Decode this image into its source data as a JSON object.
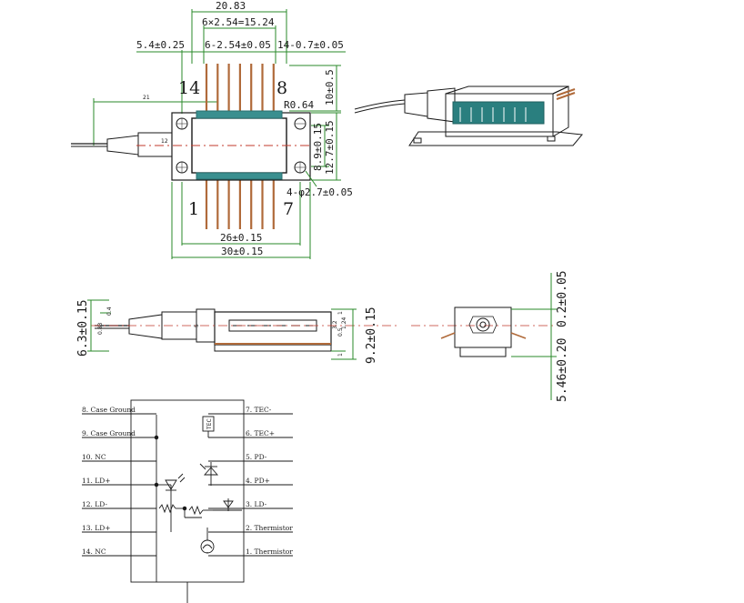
{
  "top_view": {
    "dims": {
      "overall_pin_span": "20.83",
      "pin_span_total": "6×2.54=15.24",
      "side_offset": "5.4±0.25",
      "pitch": "6-2.54±0.05",
      "pin_width": "14-0.7±0.05",
      "pin_length": "10±0.5",
      "fiber_length": "21",
      "boot_length": "12",
      "corner_radius": "R0.64",
      "hole_spacing": "8.9±0.15",
      "body_height": "12.7±0.15",
      "mount_holes": "4-φ2.7±0.05",
      "body_width": "26±0.15",
      "flange_width": "30±0.15"
    },
    "pin_numbers": {
      "top_left": "14",
      "top_right": "8",
      "bottom_left": "1",
      "bottom_right": "7"
    }
  },
  "side_view": {
    "dims": {
      "total_height": "6.3±0.15",
      "left_small_a": "0.4",
      "left_small_b": "0.83",
      "boot_dia": "5",
      "right_small_a": "1",
      "right_small_b": "0.5",
      "right_small_c": "1.24",
      "right_small_d": "3.2",
      "right_small_e": "1",
      "height_right": "9.2±0.15"
    }
  },
  "end_view": {
    "dims": {
      "top": "0.2±0.05",
      "bottom": "5.46±0.20"
    }
  },
  "schematic": {
    "left_pins": [
      "8. Case Ground",
      "9. Case Ground",
      "10. NC",
      "11. LD+",
      "12. LD-",
      "13. LD+",
      "14. NC"
    ],
    "right_pins": [
      "7. TEC-",
      "6. TEC+",
      "5. PD-",
      "4. PD+",
      "3. LD-",
      "2. Thermistor",
      "1. Thermistor"
    ],
    "tec_label": "TEC"
  }
}
